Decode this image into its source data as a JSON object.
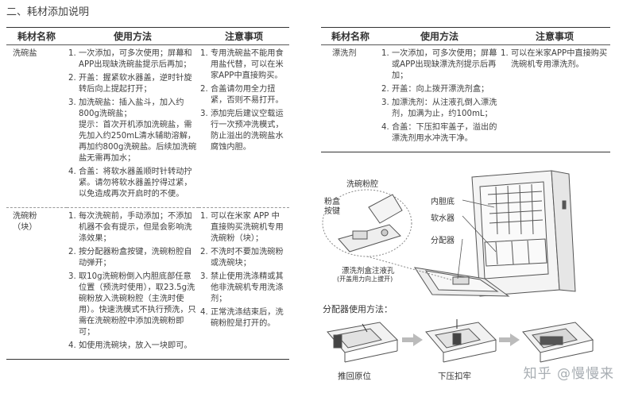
{
  "section_title": "二、耗材添加说明",
  "headers": {
    "name": "耗材名称",
    "method": "使用方法",
    "notes": "注意事项"
  },
  "left_rows": [
    {
      "name_lines": [
        "洗碗盐"
      ],
      "method": [
        {
          "num": "1.",
          "text": "一次添加，可多次使用；屏幕和APP出现缺洗碗盐提示后再加；"
        },
        {
          "num": "2.",
          "text": "开盖：握紧软水器盖，逆时针旋转后向上提起打开；"
        },
        {
          "num": "3.",
          "text": "加洗碗盐：插入盐斗，加入约800g洗碗盐；",
          "extra": "提示：首次开机添加洗碗盐，需先加入约250mL清水辅助溶解，再加约800g洗碗盐。后续加洗碗盐无需再加水；"
        },
        {
          "num": "4.",
          "text": "合盖：将软水器盖顺时针转动拧紧。请勿将软水器盖拧得过紧，以免造成再次开启时的不便。"
        }
      ],
      "notes": [
        {
          "num": "1.",
          "text": "专用洗碗盐不能用食用盐代替，可以在米家APP中直接购买。"
        },
        {
          "num": "2.",
          "text": "合盖请勿用全力扭紧，否则不易打开。"
        },
        {
          "num": "3.",
          "text": "添加完后建议空载运行一次预冲洗模式，防止溢出的洗碗盐水腐蚀内胆。"
        }
      ]
    },
    {
      "name_lines": [
        "洗碗粉",
        "（块）"
      ],
      "method": [
        {
          "num": "1.",
          "text": "每次洗碗前，手动添加；不添加机器不会有提示，但是会影响洗涤效果；"
        },
        {
          "num": "2.",
          "text": "按分配器粉盒按键，洗碗粉腔自动弹开；"
        },
        {
          "num": "3.",
          "text": "取10g洗碗粉倒入内胆底部任意位置（预洗时使用），取23.5g洗碗粉放入洗碗粉腔（主洗时使用）。快速洗模式不执行预洗，只需在洗碗粉腔中添加洗碗粉即可；"
        },
        {
          "num": "4.",
          "text": "如使用洗碗块，放入一块即可。"
        }
      ],
      "notes": [
        {
          "num": "1.",
          "text": "可以在米家 APP 中直接购买洗碗机专用洗碗粉（块）；"
        },
        {
          "num": "2.",
          "text": "不洗时不要加洗碗粉或洗碗块；"
        },
        {
          "num": "3.",
          "text": "禁止使用洗涤精或其他非洗碗机专用洗涤剂；"
        },
        {
          "num": "4.",
          "text": "正常洗涤结束后，洗碗粉腔是打开的。"
        }
      ]
    }
  ],
  "right_rows": [
    {
      "name_lines": [
        "漂洗剂"
      ],
      "method": [
        {
          "num": "1.",
          "text": "一次添加，可多次使用；屏幕或APP出现缺漂洗剂提示后再加；"
        },
        {
          "num": "2.",
          "text": "开盖：向上拨开漂洗剂盒；"
        },
        {
          "num": "3.",
          "text": "加漂洗剂：从注液孔倒入漂洗剂，加满为止，约100mL；"
        },
        {
          "num": "4.",
          "text": "合盖：下压扣牢盖子，溢出的漂洗剂用水冲洗干净。"
        }
      ],
      "notes": [
        {
          "num": "1.",
          "text": "可以在米家APP中直接购买洗碗机专用漂洗剂。"
        }
      ]
    }
  ],
  "figure": {
    "label_powder_cavity": "洗碗粉腔",
    "label_powder_button_1": "粉盒",
    "label_powder_button_2": "按键",
    "label_rinse_hole_1": "漂洗剂盒注液孔",
    "label_rinse_hole_2": "(开盖用力向上拔开)",
    "label_inner_bottom": "内胆底",
    "label_softener": "软水器",
    "label_dispenser": "分配器"
  },
  "usage": {
    "title": "分配器使用方法：",
    "step1": "推回原位",
    "step2": "下压扣牢"
  },
  "watermark": "知乎 @慢慢来",
  "colors": {
    "rule": "#333333",
    "dashed": "#999999",
    "text": "#3f3f3f",
    "watermark": "#9aa0a6"
  }
}
